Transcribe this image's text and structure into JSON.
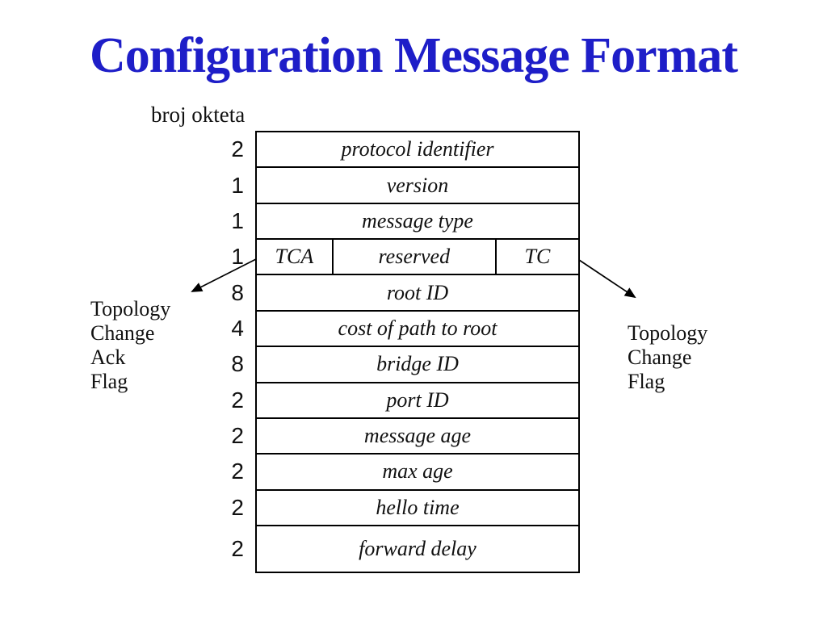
{
  "title": "Configuration Message Format",
  "colors": {
    "title": "#1E1EC8",
    "line": "#000000",
    "background": "#FFFFFF"
  },
  "octets_caption": "broj okteta",
  "table": {
    "rows": [
      {
        "size": "2",
        "label": "protocol identifier"
      },
      {
        "size": "1",
        "label": "version"
      },
      {
        "size": "1",
        "label": "message type"
      },
      {
        "size": "1",
        "cells": [
          "TCA",
          "reserved",
          "TC"
        ]
      },
      {
        "size": "8",
        "label": "root ID"
      },
      {
        "size": "4",
        "label": "cost of path to root"
      },
      {
        "size": "8",
        "label": "bridge ID"
      },
      {
        "size": "2",
        "label": "port ID"
      },
      {
        "size": "2",
        "label": "message age"
      },
      {
        "size": "2",
        "label": "max age"
      },
      {
        "size": "2",
        "label": "hello time"
      },
      {
        "size": "2",
        "label": "forward delay"
      }
    ]
  },
  "annotations": {
    "left": {
      "lines": [
        "Topology",
        "Change",
        "Ack",
        "Flag"
      ]
    },
    "right": {
      "lines": [
        "Topology",
        "Change",
        "Flag"
      ]
    }
  }
}
